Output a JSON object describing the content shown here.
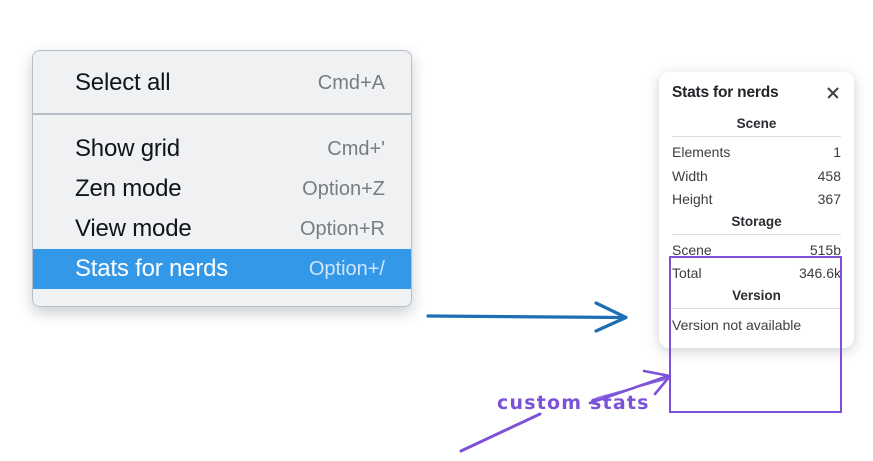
{
  "menu": {
    "groups": [
      {
        "items": [
          {
            "label": "Select all",
            "shortcut": "Cmd+A",
            "selected": false
          }
        ]
      },
      {
        "items": [
          {
            "label": "Show grid",
            "shortcut": "Cmd+'",
            "selected": false
          },
          {
            "label": "Zen mode",
            "shortcut": "Option+Z",
            "selected": false
          },
          {
            "label": "View mode",
            "shortcut": "Option+R",
            "selected": false
          },
          {
            "label": "Stats for nerds",
            "shortcut": "Option+/",
            "selected": true
          }
        ]
      }
    ],
    "selected_bg": "#3498e8",
    "panel_bg": "#f0f1f3"
  },
  "stats_panel": {
    "title": "Stats for nerds",
    "close_icon": "close-icon",
    "sections": [
      {
        "heading": "Scene",
        "rows": [
          {
            "key": "Elements",
            "value": "1"
          },
          {
            "key": "Width",
            "value": "458"
          },
          {
            "key": "Height",
            "value": "367"
          }
        ]
      },
      {
        "heading": "Storage",
        "rows": [
          {
            "key": "Scene",
            "value": "515b"
          },
          {
            "key": "Total",
            "value": "346.6k"
          }
        ]
      },
      {
        "heading": "Version",
        "note": "Version not available"
      }
    ]
  },
  "annotations": {
    "custom_stats_label": "custom stats",
    "highlight_color": "#7b4fd6",
    "arrow_color_blue": "#1f6eb5",
    "arrow_color_purple": "#7b52d8"
  }
}
